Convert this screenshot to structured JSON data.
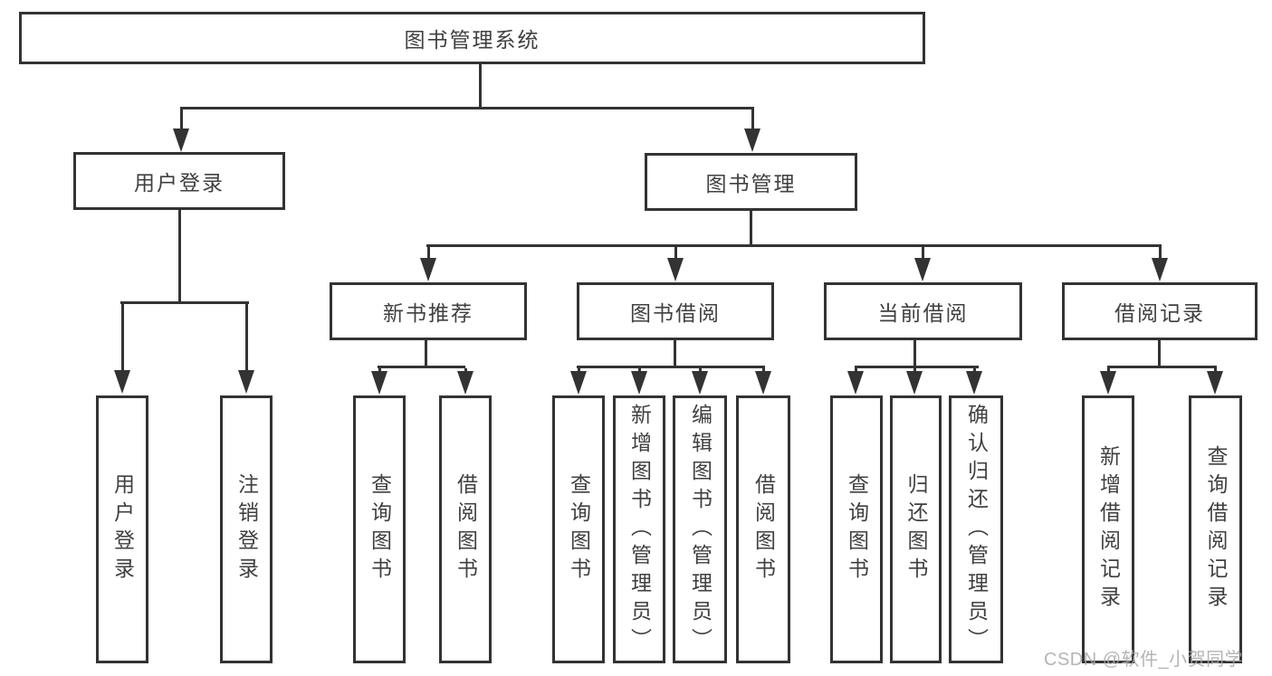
{
  "colors": {
    "line": "#333333",
    "text": "#404040",
    "watermark": "#a8a8a8",
    "background": "#ffffff"
  },
  "root": {
    "label": "图书管理系统"
  },
  "level1": {
    "user_login": {
      "label": "用户登录"
    },
    "book_management": {
      "label": "图书管理"
    }
  },
  "user_login_children": [
    {
      "label": "用户登录"
    },
    {
      "label": "注销登录"
    }
  ],
  "book_management_children": [
    {
      "label": "新书推荐"
    },
    {
      "label": "图书借阅"
    },
    {
      "label": "当前借阅"
    },
    {
      "label": "借阅记录"
    }
  ],
  "new_book_children": [
    {
      "label": "查询图书"
    },
    {
      "label": "借阅图书"
    }
  ],
  "book_borrow_children": [
    {
      "label": "查询图书"
    },
    {
      "label": "新增图书（管理员）"
    },
    {
      "label": "编辑图书（管理员）"
    },
    {
      "label": "借阅图书"
    }
  ],
  "current_borrow_children": [
    {
      "label": "查询图书"
    },
    {
      "label": "归还图书"
    },
    {
      "label": "确认归还（管理员）"
    }
  ],
  "borrow_record_children": [
    {
      "label": "新增借阅记录"
    },
    {
      "label": "查询借阅记录"
    }
  ],
  "watermark": {
    "label": "CSDN @软件_小贺同学"
  }
}
